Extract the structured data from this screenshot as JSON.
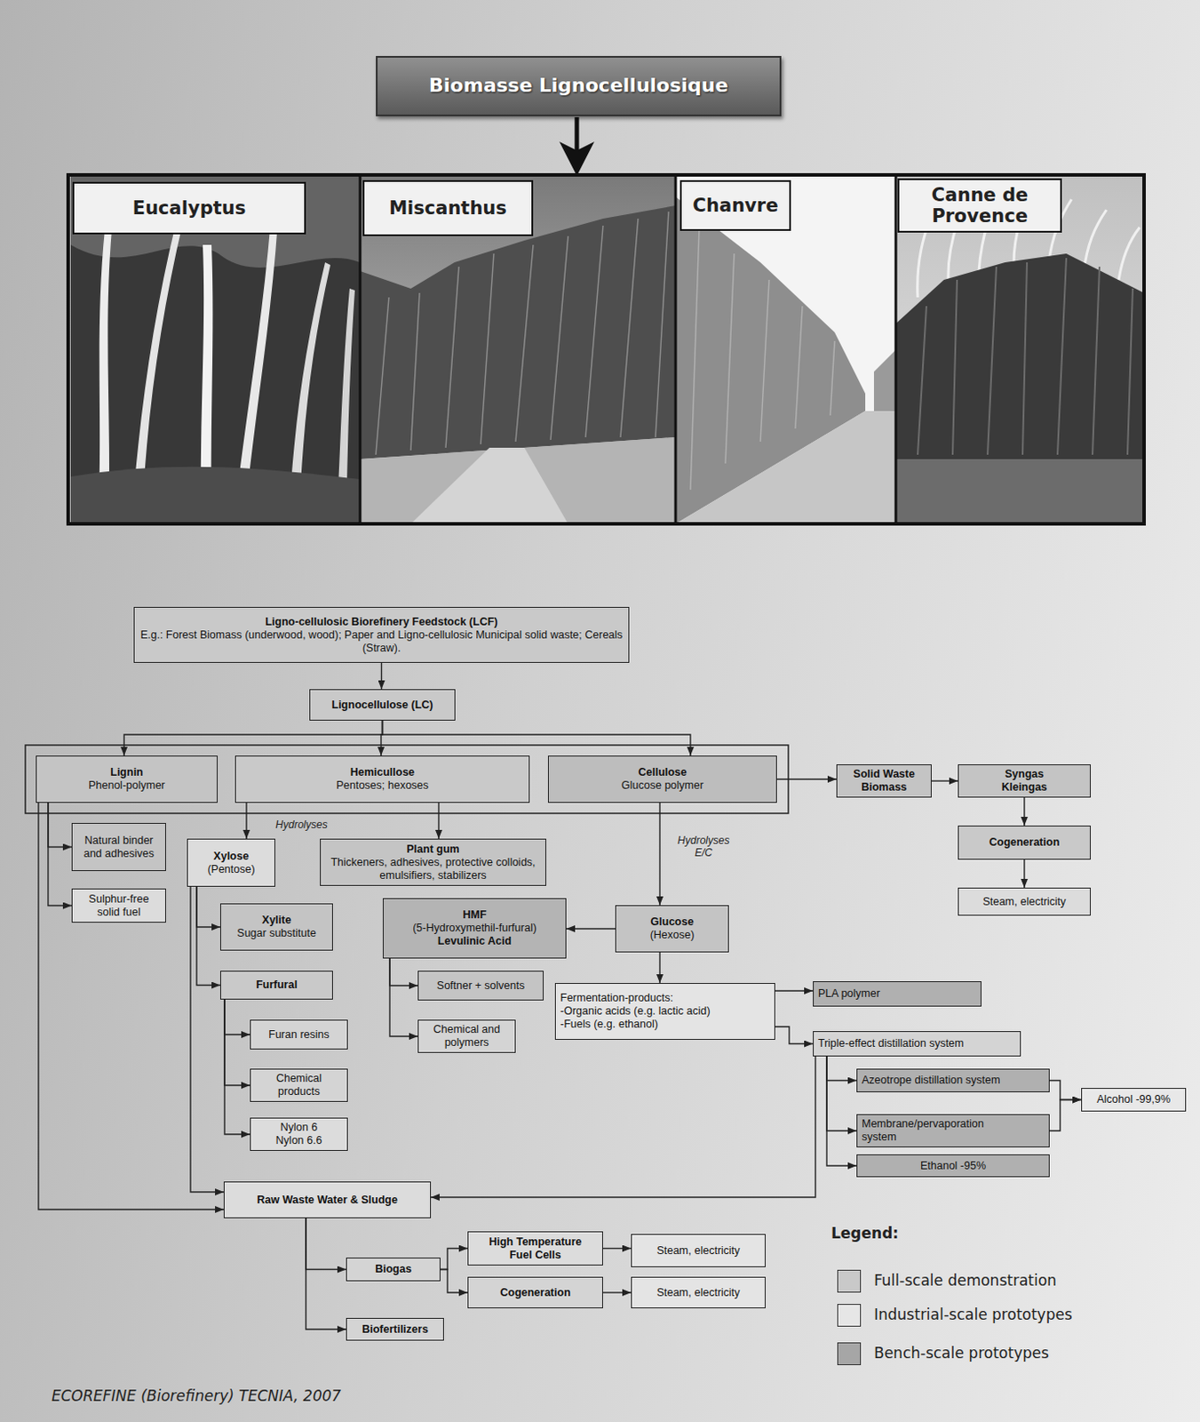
{
  "diagram": {
    "caption": "ECOREFINE (Biorefinery) TECNIA, 2007",
    "nodes": [
      {
        "text": [
          "Biomasse Lignocellulosique"
        ]
      },
      {
        "text": [
          "Eucalyptus"
        ]
      },
      {
        "text": [
          "Miscanthus"
        ]
      },
      {
        "text": [
          "Chanvre"
        ]
      },
      {
        "text": [
          "Canne de Provence"
        ]
      },
      {
        "text": [
          "Ligno-cellulosic Biorefinery Feedstock (LCF)",
          "E.g.: Forest Biomass (underwood, wood); Paper and Ligno-cellulosic Municipal solid waste; Cereals (Straw)."
        ]
      },
      {
        "text": [
          "Lignocellulose (LC)"
        ]
      },
      {
        "text": [
          "Lignin",
          "Phenol-polymer"
        ]
      },
      {
        "text": [
          "Hemicullose",
          "Pentoses; hexoses"
        ]
      },
      {
        "text": [
          "Cellulose",
          "Glucose polymer"
        ]
      },
      {
        "text": [
          "Solid Waste Biomass"
        ]
      },
      {
        "text": [
          "Syngas Kleingas"
        ]
      },
      {
        "text": [
          "Cogeneration"
        ]
      },
      {
        "text": [
          "Steam, electricity"
        ]
      },
      {
        "text": [
          "Natural binder and adhesives"
        ]
      },
      {
        "text": [
          "Sulphur-free solid fuel"
        ]
      },
      {
        "text": [
          "Xylose",
          "(Pentose)"
        ]
      },
      {
        "text": [
          "Plant gum",
          "Thickeners, adhesives, protective colloids, emulsifiers, stabilizers"
        ]
      },
      {
        "text": [
          "Xylite",
          "Sugar substitute"
        ]
      },
      {
        "text": [
          "HMF",
          "(5-Hydroxymethil-furfural)",
          "Levulinic Acid"
        ]
      },
      {
        "text": [
          "Glucose",
          "(Hexose)"
        ]
      },
      {
        "text": [
          "Furfural"
        ]
      },
      {
        "text": [
          "Softner + solvents"
        ]
      },
      {
        "text": [
          "Fermentation-products:",
          "-Organic acids (e.g. lactic acid)",
          "-Fuels (e.g. ethanol)"
        ]
      },
      {
        "text": [
          "PLA polymer"
        ]
      },
      {
        "text": [
          "Furan resins"
        ]
      },
      {
        "text": [
          "Chemical and polymers"
        ]
      },
      {
        "text": [
          "Triple-effect distillation system"
        ]
      },
      {
        "text": [
          "Chemical products"
        ]
      },
      {
        "text": [
          "Azeotrope distillation system"
        ]
      },
      {
        "text": [
          "Alcohol -99,9%"
        ]
      },
      {
        "text": [
          "Membrane/pervaporation system"
        ]
      },
      {
        "text": [
          "Nylon 6 Nylon 6.6"
        ]
      },
      {
        "text": [
          "Ethanol -95%"
        ]
      },
      {
        "text": [
          "Raw Waste Water & Sludge"
        ]
      },
      {
        "text": [
          "High Temperature Fuel Cells"
        ]
      },
      {
        "text": [
          "Steam, electricity"
        ]
      },
      {
        "text": [
          "Biogas"
        ]
      },
      {
        "text": [
          "Cogeneration"
        ]
      },
      {
        "text": [
          "Steam, electricity"
        ]
      },
      {
        "text": [
          "Biofertilizers"
        ]
      }
    ],
    "edges": [
      {
        "from": 5,
        "to": 6,
        "arrow": "to"
      },
      {
        "from": 6,
        "to": 7,
        "arrow": "to"
      },
      {
        "from": 6,
        "to": 8,
        "arrow": "to"
      },
      {
        "from": 6,
        "to": 9,
        "arrow": "to"
      },
      {
        "from": 9,
        "to": 10,
        "arrow": "to"
      },
      {
        "from": 10,
        "to": 11,
        "arrow": "to"
      },
      {
        "from": 11,
        "to": 12,
        "arrow": "to"
      },
      {
        "from": 12,
        "to": 13,
        "arrow": "to"
      },
      {
        "from": 7,
        "to": 14,
        "arrow": "to"
      },
      {
        "from": 7,
        "to": 15,
        "arrow": "to"
      },
      {
        "from": 7,
        "to": 34,
        "arrow": "to"
      },
      {
        "from": 8,
        "to": 16,
        "label": "Hydrolyses",
        "arrow": "to"
      },
      {
        "from": 8,
        "to": 17,
        "arrow": "to"
      },
      {
        "from": 16,
        "to": 18,
        "arrow": "to"
      },
      {
        "from": 16,
        "to": 21,
        "arrow": "to"
      },
      {
        "from": 16,
        "to": 34,
        "arrow": "to"
      },
      {
        "from": 21,
        "to": 25,
        "arrow": "to"
      },
      {
        "from": 21,
        "to": 28,
        "arrow": "to"
      },
      {
        "from": 21,
        "to": 32,
        "arrow": "to"
      },
      {
        "from": 9,
        "to": 20,
        "label": "Hydrolyses E/C",
        "arrow": "to"
      },
      {
        "from": 20,
        "to": 19,
        "arrow": "to"
      },
      {
        "from": 19,
        "to": 22,
        "arrow": "to"
      },
      {
        "from": 19,
        "to": 26,
        "arrow": "to"
      },
      {
        "from": 20,
        "to": 23,
        "arrow": "to"
      },
      {
        "from": 23,
        "to": 24,
        "arrow": "to"
      },
      {
        "from": 23,
        "to": 27,
        "arrow": "to"
      },
      {
        "from": 27,
        "to": 29,
        "arrow": "to"
      },
      {
        "from": 27,
        "to": 31,
        "arrow": "to"
      },
      {
        "from": 27,
        "to": 33,
        "arrow": "to"
      },
      {
        "from": 27,
        "to": 34,
        "arrow": "to"
      },
      {
        "from": 29,
        "to": 30,
        "arrow": "to"
      },
      {
        "from": 31,
        "to": 30,
        "arrow": "to"
      },
      {
        "from": 34,
        "to": 37,
        "arrow": "to"
      },
      {
        "from": 34,
        "to": 40,
        "arrow": "to"
      },
      {
        "from": 37,
        "to": 35,
        "arrow": "to"
      },
      {
        "from": 37,
        "to": 38,
        "arrow": "to"
      },
      {
        "from": 35,
        "to": 36,
        "arrow": "to"
      },
      {
        "from": 38,
        "to": 39,
        "arrow": "to"
      }
    ],
    "labels": [
      "Legend:"
    ],
    "legend": [
      {
        "text": "Full-scale demonstration",
        "color": "#c9c9c9"
      },
      {
        "text": "Industrial-scale prototypes",
        "color": "#e6e6e6"
      },
      {
        "text": "Bench-scale prototypes",
        "color": "#a6a6a6"
      }
    ]
  }
}
